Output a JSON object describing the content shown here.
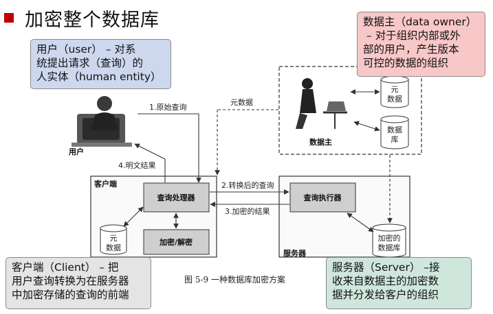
{
  "title": "加密整个数据库",
  "callouts": {
    "user": [
      "用户（user） – 对系",
      "统提出请求（查询）的",
      "人实体（human entity）"
    ],
    "owner": [
      "数据主（data owner）",
      " – 对于组织内部或外",
      "部的用户，产生版本",
      "可控的数据的组织"
    ],
    "client": [
      "客户端（Client） – 把",
      "用户查询转换为在服务器",
      "中加密存储的查询的前端"
    ],
    "server": [
      "服务器（Server） –接",
      "收来自数据主的加密数",
      "据并分发给客户的组织"
    ]
  },
  "diagram": {
    "user_label": "用户",
    "owner_label": "数据主",
    "client_label": "客户端",
    "server_label": "服务器",
    "query_processor": "查询处理器",
    "encrypt_decrypt": "加密/解密",
    "query_executor": "查询执行器",
    "meta_data_owner": [
      "元",
      "数据"
    ],
    "database_owner": [
      "数据",
      "库"
    ],
    "meta_data_client": [
      "元",
      "数据"
    ],
    "encrypted_db": [
      "加密的",
      "数据库"
    ],
    "step1": "1.原始查询",
    "step2": "2.转换后的查询",
    "step3": "3.加密的结果",
    "step4": "4.明文结果",
    "metadata_flow": "元数据",
    "caption": "图 5-9    一种数据库加密方案"
  }
}
